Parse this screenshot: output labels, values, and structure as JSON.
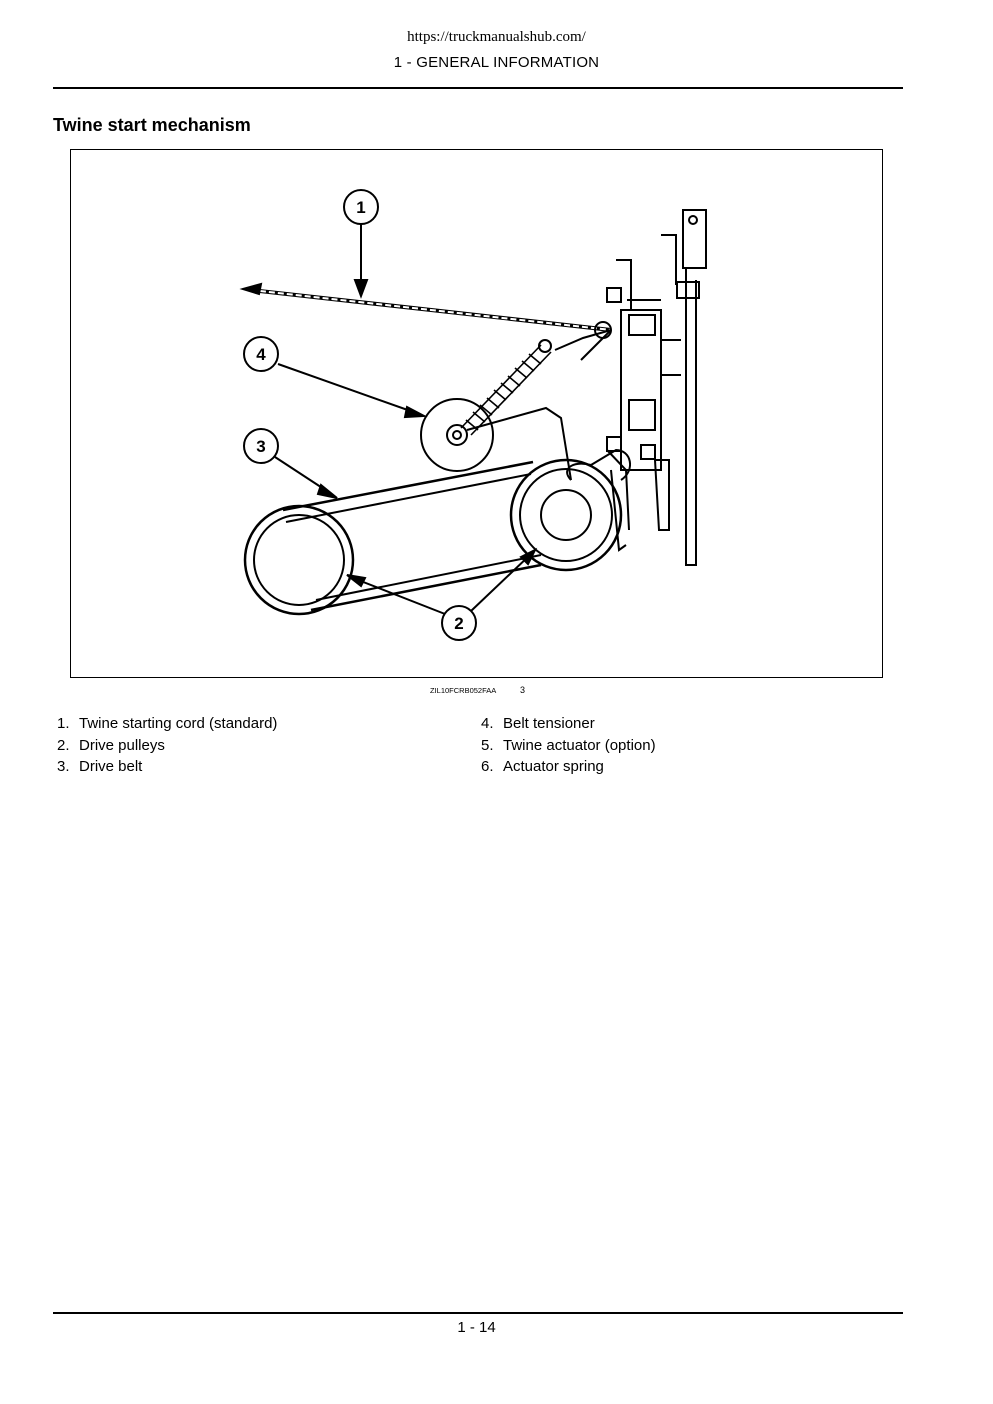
{
  "header": {
    "url": "https://truckmanualshub.com/",
    "section": "1 - GENERAL INFORMATION"
  },
  "heading": "Twine start mechanism",
  "figure": {
    "id": "ZIL10FCRB052FAA",
    "number": "3",
    "callouts": [
      "1",
      "2",
      "3",
      "4"
    ]
  },
  "legend": {
    "left": [
      {
        "num": "1.",
        "text": "Twine starting cord (standard)"
      },
      {
        "num": "2.",
        "text": "Drive pulleys"
      },
      {
        "num": "3.",
        "text": "Drive belt"
      }
    ],
    "right": [
      {
        "num": "4.",
        "text": "Belt tensioner"
      },
      {
        "num": "5.",
        "text": "Twine actuator (option)"
      },
      {
        "num": "6.",
        "text": "Actuator spring"
      }
    ]
  },
  "footer": {
    "page": "1 - 14"
  }
}
